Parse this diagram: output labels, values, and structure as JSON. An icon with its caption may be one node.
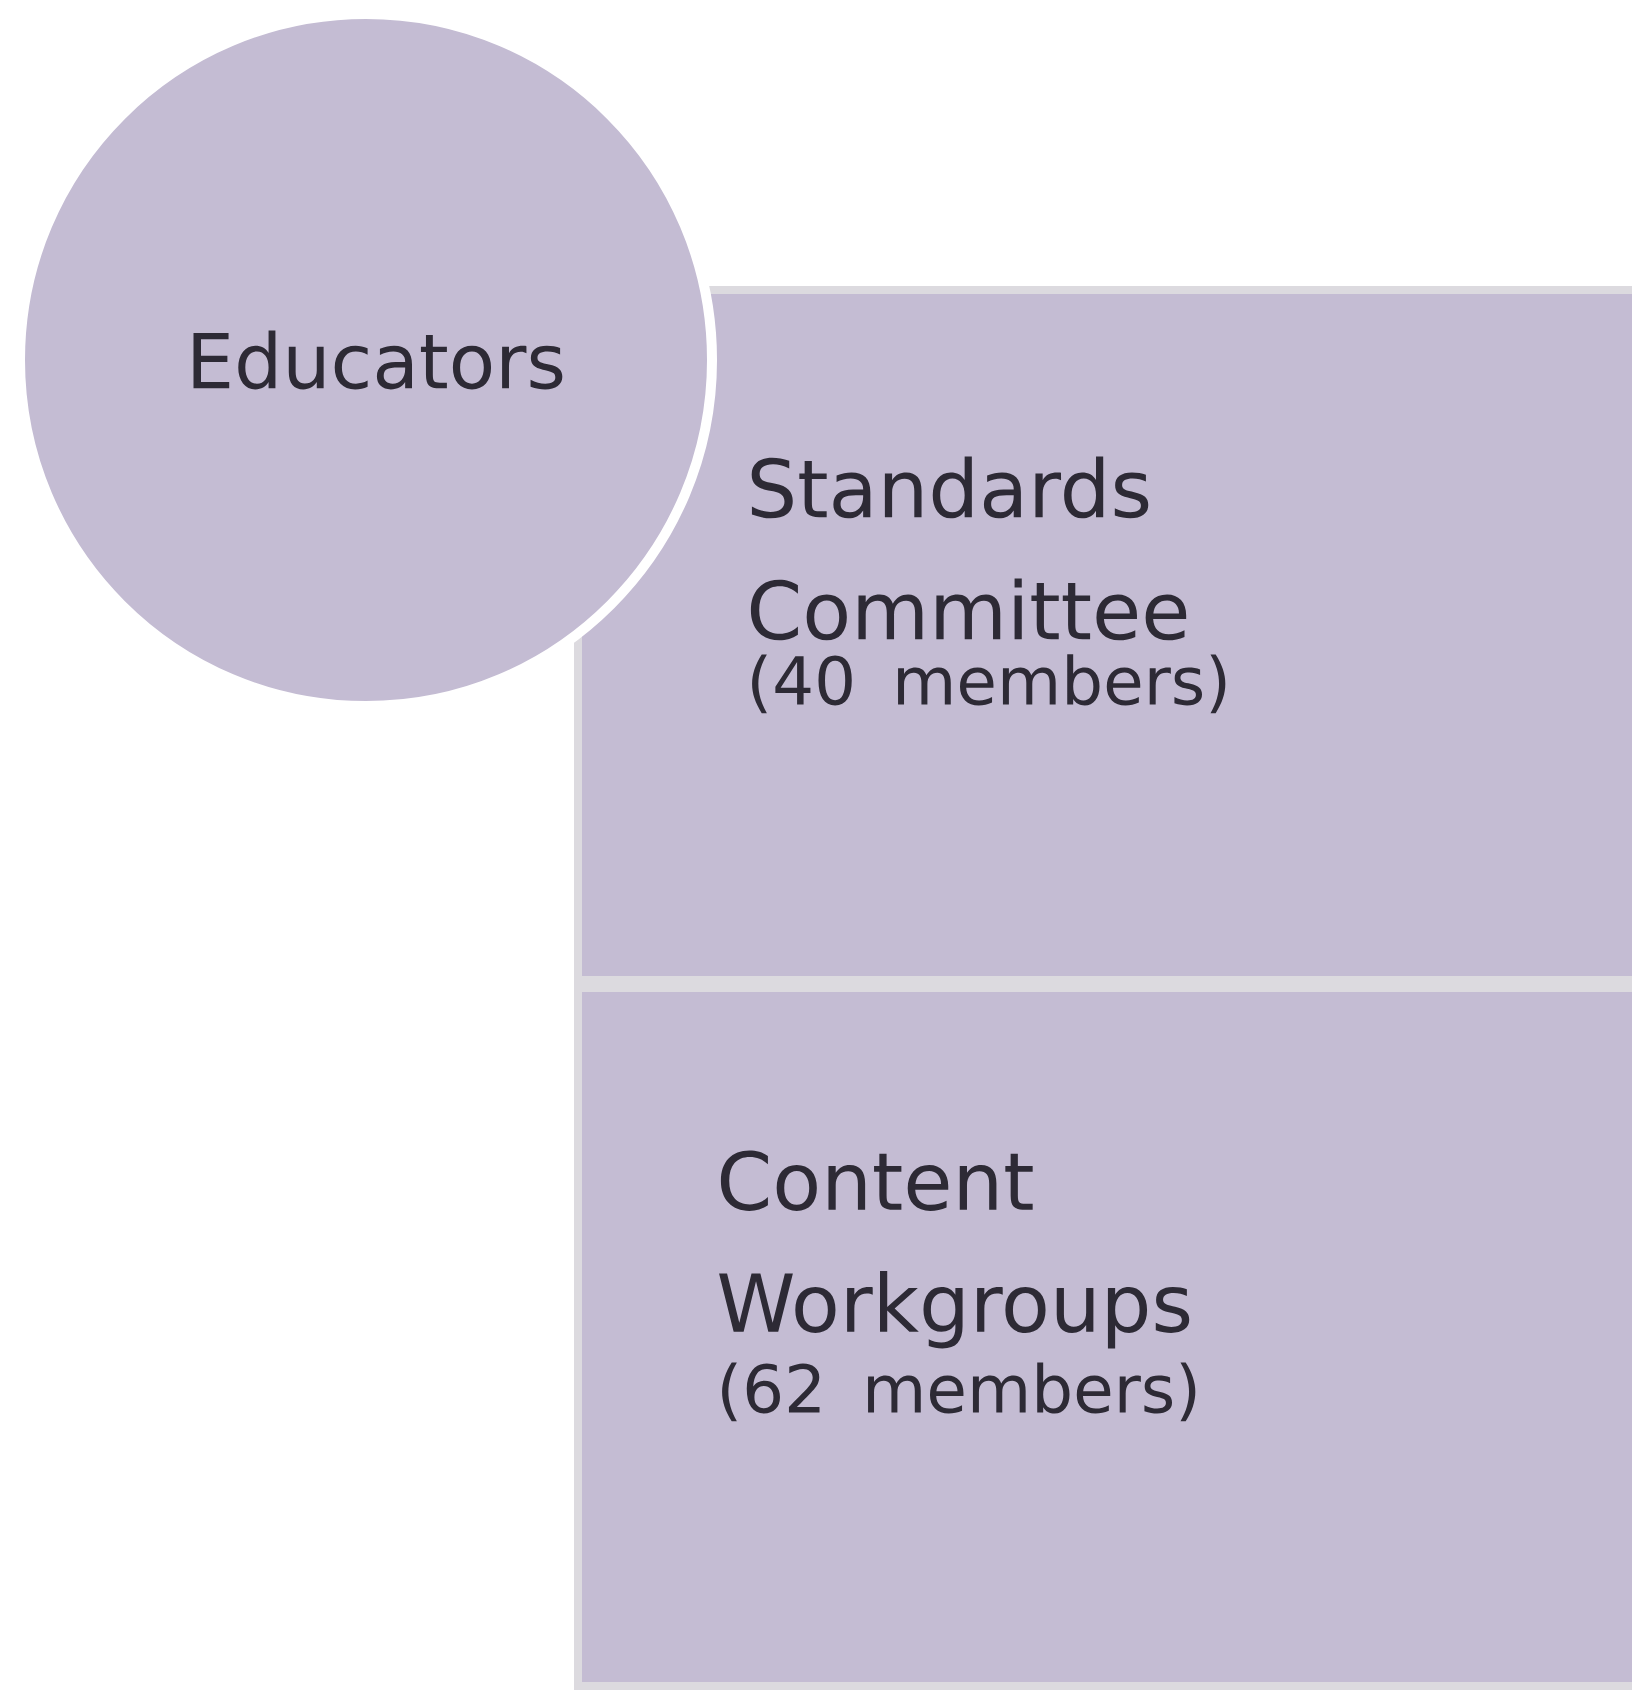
{
  "diagram": {
    "nodes": [
      {
        "text": [
          "Educators"
        ]
      },
      {
        "text": [
          "Standards Committee",
          "(40 members)"
        ]
      },
      {
        "text": [
          "Content Workgroups",
          "(62 members)"
        ]
      }
    ]
  }
}
